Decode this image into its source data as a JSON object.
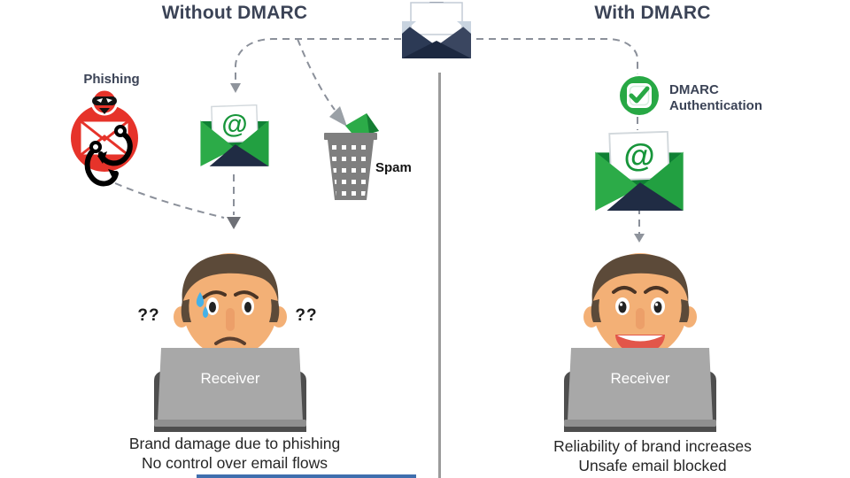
{
  "colors": {
    "navy_text": "#3b4356",
    "green": "#27a844",
    "green_dark": "#157d33",
    "envelope_navy": "#223048",
    "red": "#e6332a",
    "bin_gray": "#7f7f7f",
    "laptop_gray": "#a8a8a8",
    "shoulder_gray": "#4e4e4e",
    "skin": "#f3b076",
    "hair": "#5c4a39",
    "dashed": "#8b909a",
    "divider": "#9b9b9b",
    "blue_line": "#3f6fae",
    "sweat": "#45b1e8"
  },
  "header": {
    "left_title": "Without DMARC",
    "right_title": "With DMARC"
  },
  "left": {
    "phishing_label": "Phishing",
    "at_symbol": "@",
    "spam_label": "Spam",
    "question_marks_left": "??",
    "question_marks_right": "??",
    "laptop_label": "Receiver",
    "caption_line1": "Brand damage due to phishing",
    "caption_line2": "No control over email flows"
  },
  "right": {
    "auth_line1": "DMARC",
    "auth_line2": "Authentication",
    "at_symbol": "@",
    "laptop_label": "Receiver",
    "caption_line1": "Reliability of brand increases",
    "caption_line2": "Unsafe email blocked"
  }
}
